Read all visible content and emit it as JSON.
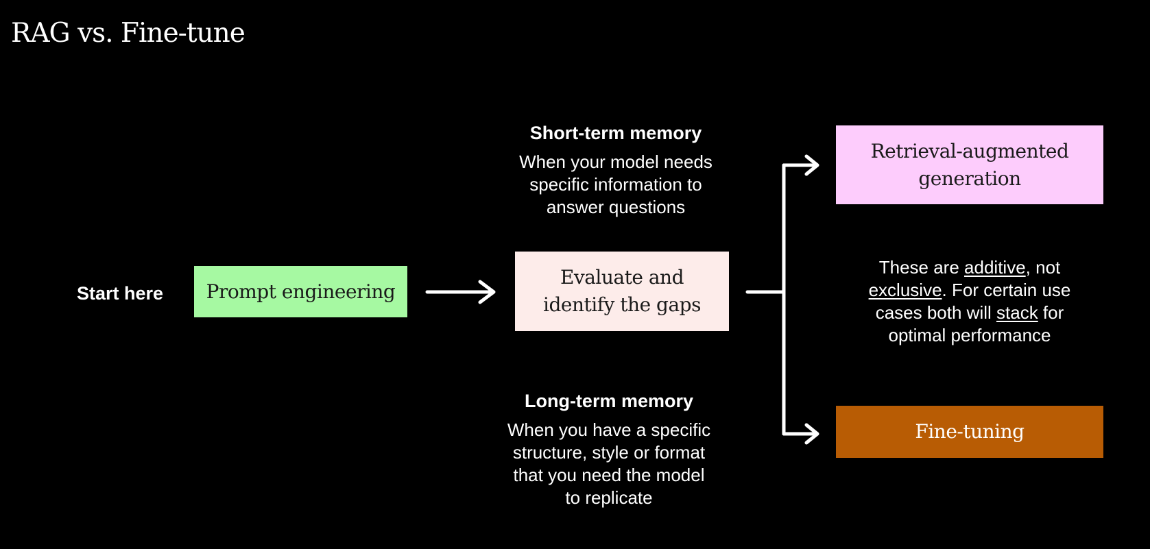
{
  "title": "RAG vs. Fine-tune",
  "start_label": "Start here",
  "boxes": {
    "prompt": "Prompt engineering",
    "evaluate_line1": "Evaluate and",
    "evaluate_line2": "identify the gaps",
    "rag_line1": "Retrieval-augmented",
    "rag_line2": "generation",
    "finetune": "Fine-tuning"
  },
  "short_term": {
    "heading": "Short-term memory",
    "line1": "When your model needs",
    "line2": "specific information to",
    "line3": "answer questions"
  },
  "long_term": {
    "heading": "Long-term memory",
    "line1": "When you have a specific",
    "line2": "structure, style or format",
    "line3": "that you need the model",
    "line4": "to replicate"
  },
  "note": {
    "p1": "These are ",
    "u1": "additive",
    "p2": ", not",
    "u2": "exclusive",
    "p3": ". For certain use",
    "p4": "cases both will ",
    "u3": "stack",
    "p5": " for",
    "p6": "optimal performance"
  },
  "colors": {
    "background": "#000000",
    "prompt_box": "#a6f9a2",
    "evaluate_box": "#fdecea",
    "rag_box": "#fdccfc",
    "finetune_box": "#b85c04"
  }
}
